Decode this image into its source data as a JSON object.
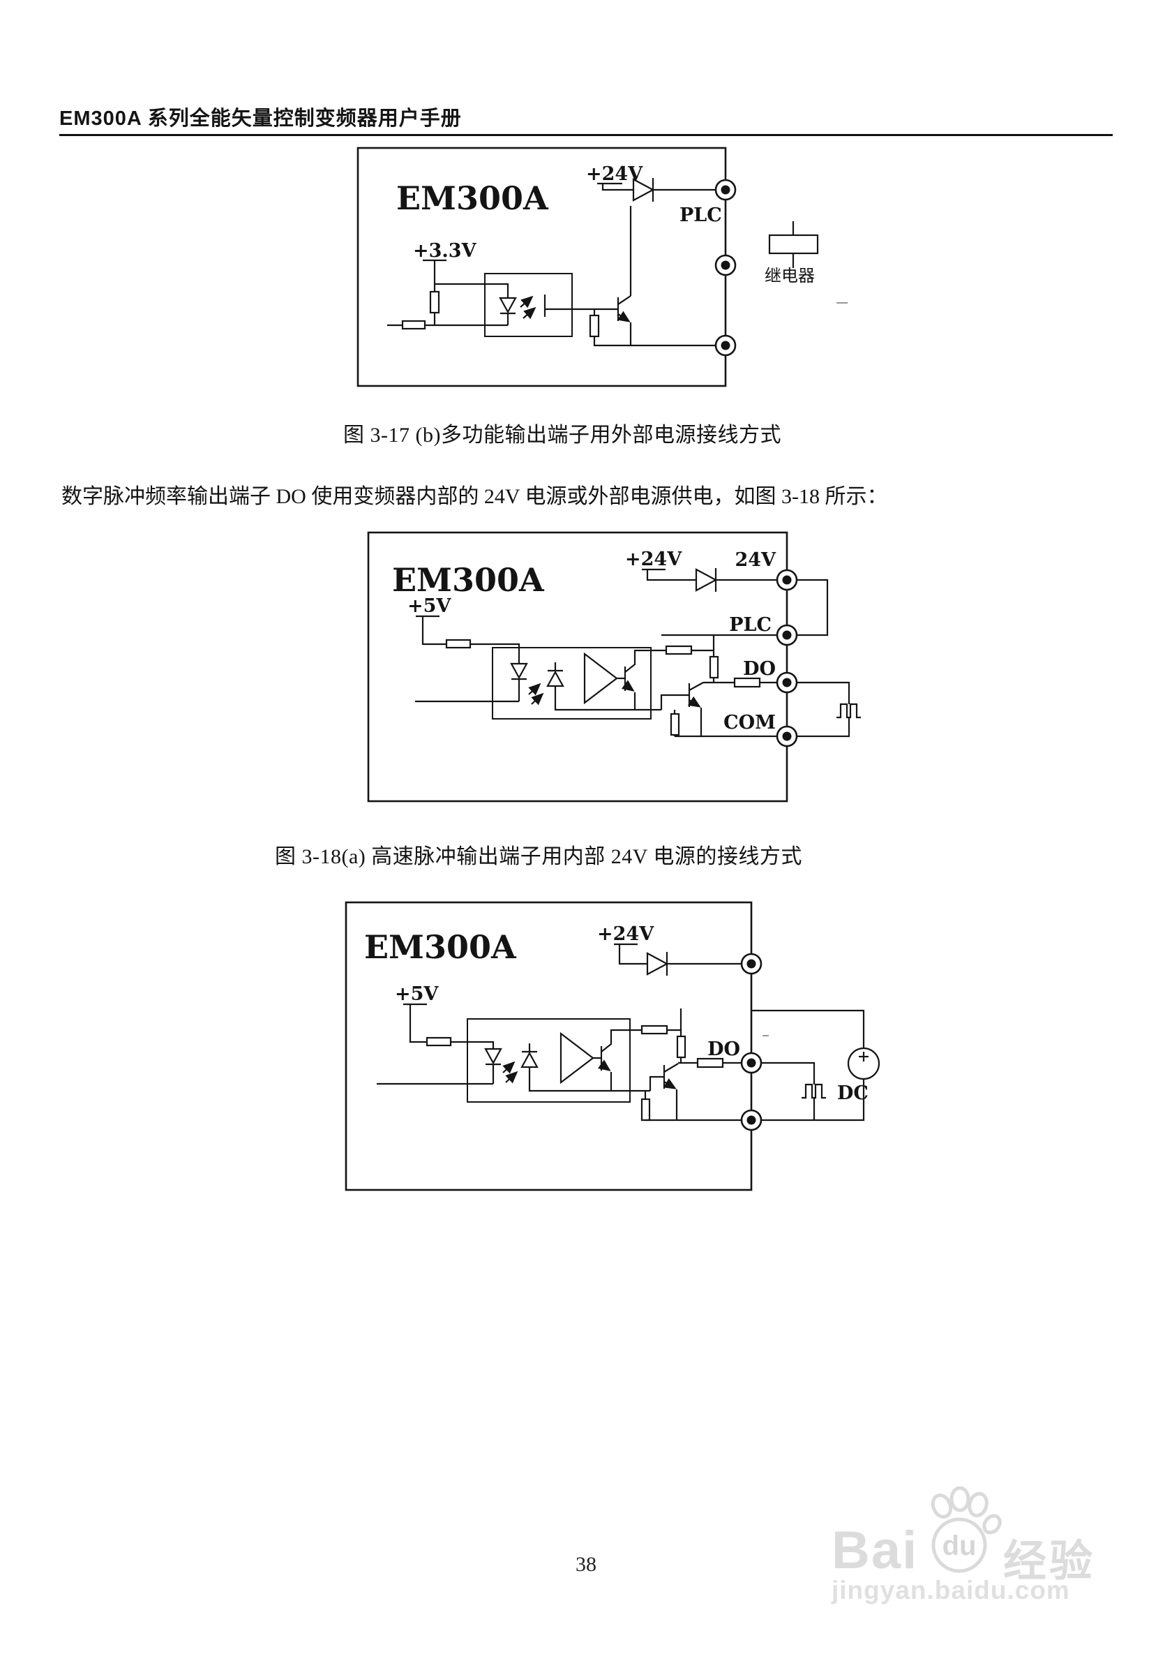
{
  "header": {
    "title": "EM300A 系列全能矢量控制变频器用户手册"
  },
  "fig1": {
    "device": "EM300A",
    "v24": "+24V",
    "v33": "+3.3V",
    "plc": "PLC",
    "relay": "继电器",
    "caption": "图 3-17  (b)多功能输出端子用外部电源接线方式"
  },
  "body_text": "数字脉冲频率输出端子 DO 使用变频器内部的 24V 电源或外部电源供电，如图 3-18 所示：",
  "fig2": {
    "device": "EM300A",
    "v24": "+24V",
    "v5": "+5V",
    "t24": "24V",
    "plc": "PLC",
    "tdo": "DO",
    "com": "COM",
    "caption": "图 3-18(a)  高速脉冲输出端子用内部 24V 电源的接线方式"
  },
  "fig3": {
    "device": "EM300A",
    "v24": "+24V",
    "v5": "+5V",
    "tdo": "DO",
    "dc": "DC",
    "plus": "+"
  },
  "footer": {
    "page_number": "38"
  },
  "watermark": {
    "bai": "Bai",
    "du": "du",
    "jingyan": "经验",
    "url": "jingyan.baidu.com"
  },
  "colors": {
    "ink": "#141414",
    "watermark": "#dcdcdc"
  }
}
